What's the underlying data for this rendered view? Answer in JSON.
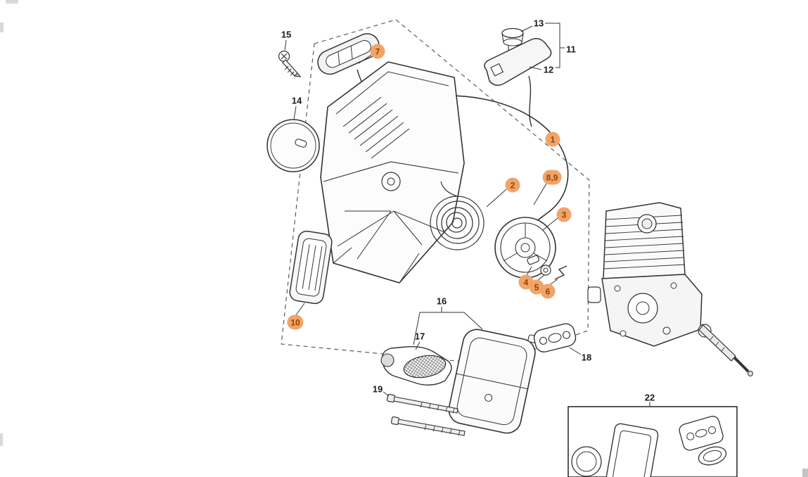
{
  "diagram": {
    "description": "Exploded parts diagram: starter assembly, fan housing, muffler and engine cylinder",
    "colors": {
      "highlight-bg": "#f2a468",
      "highlight-text": "#8f4400",
      "label": "#1b1b1b",
      "line": "#333333"
    },
    "callouts": {
      "c1": {
        "label": "1",
        "highlighted": true
      },
      "c2": {
        "label": "2",
        "highlighted": true
      },
      "c3": {
        "label": "3",
        "highlighted": true
      },
      "c4": {
        "label": "4",
        "highlighted": true
      },
      "c5": {
        "label": "5",
        "highlighted": true
      },
      "c6": {
        "label": "6",
        "highlighted": true
      },
      "c7": {
        "label": "7",
        "highlighted": true
      },
      "c89": {
        "label": "8,9",
        "highlighted": true
      },
      "c10": {
        "label": "10",
        "highlighted": true
      },
      "c11": {
        "label": "11",
        "highlighted": false
      },
      "c12": {
        "label": "12",
        "highlighted": false
      },
      "c13": {
        "label": "13",
        "highlighted": false
      },
      "c14": {
        "label": "14",
        "highlighted": false
      },
      "c15": {
        "label": "15",
        "highlighted": false
      },
      "c16": {
        "label": "16",
        "highlighted": false
      },
      "c17": {
        "label": "17",
        "highlighted": false
      },
      "c18": {
        "label": "18",
        "highlighted": false
      },
      "c19": {
        "label": "19",
        "highlighted": false
      },
      "c22": {
        "label": "22",
        "highlighted": false
      }
    }
  }
}
